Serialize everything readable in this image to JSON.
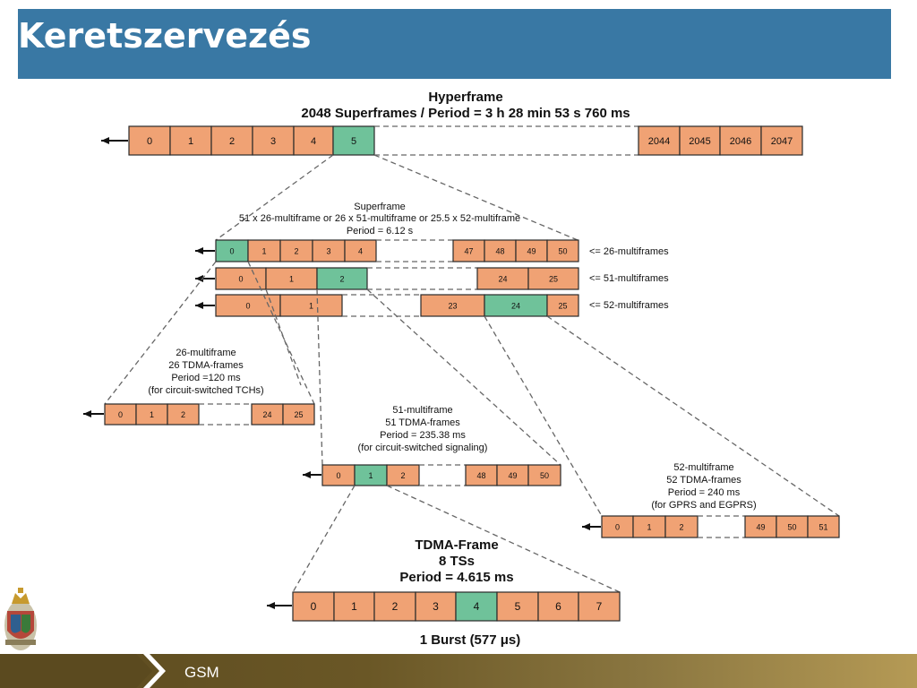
{
  "title": "Keretszervezés",
  "footer": {
    "label": "GSM"
  },
  "colors": {
    "frame": "#f0a274",
    "highlight": "#6fc29a",
    "header": "#3978a4"
  },
  "hyperframe": {
    "title": "Hyperframe",
    "subtitle": "2048 Superframes / Period = 3 h 28 min 53 s 760 ms",
    "cells_left": [
      "0",
      "1",
      "2",
      "3",
      "4",
      "5"
    ],
    "cells_right": [
      "2044",
      "2045",
      "2046",
      "2047"
    ],
    "highlight": "5"
  },
  "superframe": {
    "title": "Superframe",
    "line2": "51 x 26-multiframe or 26 x 51-multiframe or 25.5 x 52-multiframe",
    "line3": "Period = 6.12 s",
    "row26": {
      "cells_left": [
        "0",
        "1",
        "2",
        "3",
        "4"
      ],
      "cells_right": [
        "47",
        "48",
        "49",
        "50"
      ],
      "label": "<= 26-multiframes"
    },
    "row51": {
      "cells_left": [
        "0",
        "1",
        "2"
      ],
      "cells_right": [
        "24",
        "25"
      ],
      "label": "<= 51-multiframes"
    },
    "row52": {
      "cells_left": [
        "0",
        "1"
      ],
      "cells_right": [
        "23",
        "24",
        "25"
      ],
      "label": "<= 52-multiframes"
    }
  },
  "mf26": {
    "lines": [
      "26-multiframe",
      "26 TDMA-frames",
      "Period =120 ms",
      "(for circuit-switched TCHs)"
    ],
    "cells_left": [
      "0",
      "1",
      "2"
    ],
    "cells_right": [
      "24",
      "25"
    ]
  },
  "mf51": {
    "lines": [
      "51-multiframe",
      "51 TDMA-frames",
      "Period = 235.38 ms",
      "(for circuit-switched signaling)"
    ],
    "cells_left": [
      "0",
      "1",
      "2"
    ],
    "cells_right": [
      "48",
      "49",
      "50"
    ]
  },
  "mf52": {
    "lines": [
      "52-multiframe",
      "52 TDMA-frames",
      "Period = 240 ms",
      "(for GPRS and EGPRS)"
    ],
    "cells_left": [
      "0",
      "1",
      "2"
    ],
    "cells_right": [
      "49",
      "50",
      "51"
    ]
  },
  "tdma": {
    "lines": [
      "TDMA-Frame",
      "8 TSs",
      "Period = 4.615 ms"
    ],
    "cells": [
      "0",
      "1",
      "2",
      "3",
      "4",
      "5",
      "6",
      "7"
    ],
    "burst": "1 Burst (577 μs)"
  }
}
